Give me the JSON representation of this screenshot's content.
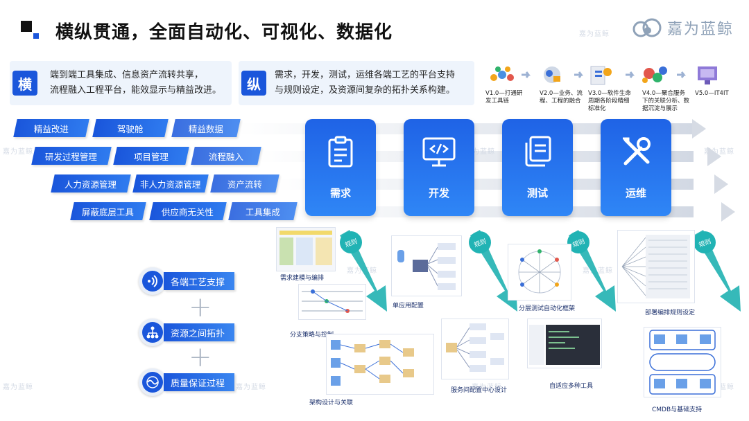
{
  "header": {
    "title": "横纵贯通，全面自动化、可视化、数据化",
    "logo_text": "嘉为蓝鲸"
  },
  "horizontal": {
    "badge": "横",
    "line1": "端到端工具集成、信息资产流转共享，",
    "line2": "流程融入工程平台，能效显示与精益改进。"
  },
  "vertical": {
    "badge": "纵",
    "line1": "需求，开发，测试，运维各端工艺的平台支持",
    "line2": "与规则设定，及资源间复杂的拓扑关系构建。"
  },
  "versions": [
    {
      "label": "V1.0—打通研发工具链"
    },
    {
      "label": "V2.0—业务、流程、工程的融合"
    },
    {
      "label": "V3.0—软件生命周期各阶段精细标准化"
    },
    {
      "label": "V4.0—聚合服务下的关联分析、数据沉淀与展示"
    },
    {
      "label": "V5.0—IT4IT"
    }
  ],
  "pill_rows": [
    [
      "精益改进",
      "驾驶舱",
      "精益数据"
    ],
    [
      "研发过程管理",
      "项目管理",
      "流程融入"
    ],
    [
      "人力资源管理",
      "非人力资源管理",
      "资产流转"
    ],
    [
      "屏蔽底层工具",
      "供应商无关性",
      "工具集成"
    ]
  ],
  "phases": [
    {
      "label": "需求",
      "icon": "clipboard-icon"
    },
    {
      "label": "开发",
      "icon": "code-monitor-icon"
    },
    {
      "label": "测试",
      "icon": "document-stack-icon"
    },
    {
      "label": "运维",
      "icon": "tools-icon"
    }
  ],
  "rule_label": "规则",
  "captions": {
    "c1": "需求建模与编排",
    "c2": "分支策略与控制",
    "c3": "架构设计与关联",
    "c4": "单应用配置",
    "c5": "服务间配置中心设计",
    "c6": "分层测试自动化框架",
    "c7": "自适应多种工具",
    "c8": "部署编排规则设定",
    "c9": "CMDB与基础支持"
  },
  "supports": [
    {
      "label": "各端工艺支撑",
      "icon": "signal-icon"
    },
    {
      "label": "资源之间拓扑",
      "icon": "topology-icon"
    },
    {
      "label": "质量保证过程",
      "icon": "wave-icon"
    }
  ]
}
